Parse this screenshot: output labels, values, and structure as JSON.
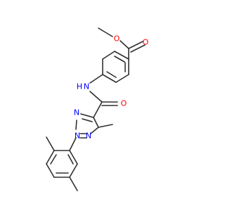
{
  "molecule": {
    "atom_labels": {
      "ester_carbonyl_o": "O",
      "ester_ether_o": "O",
      "amide_n": "N",
      "amide_h": "H",
      "amide_o": "O",
      "triazole_n3": "N",
      "triazole_n2": "N",
      "triazole_n1": "N"
    },
    "colors": {
      "oxygen": "#ff0000",
      "nitrogen": "#0000ff",
      "bond": "#303030"
    }
  }
}
